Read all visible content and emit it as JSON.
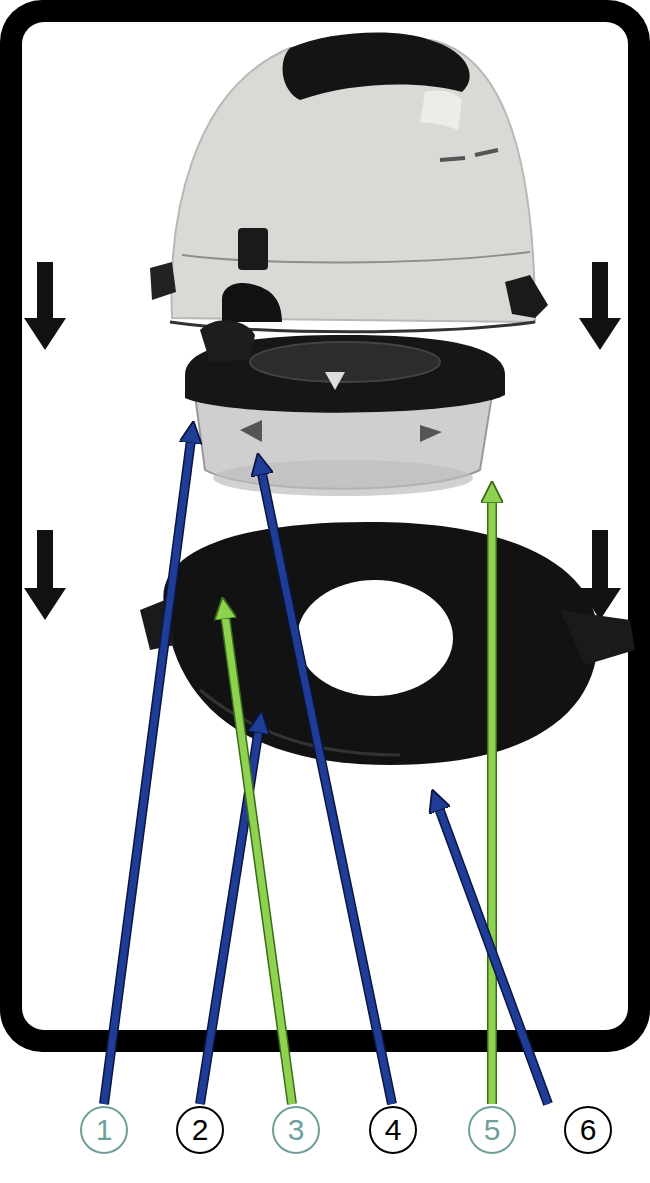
{
  "diagram": {
    "nodes": [
      {
        "text": [
          "1"
        ]
      },
      {
        "text": [
          "2"
        ]
      },
      {
        "text": [
          "3"
        ]
      },
      {
        "text": [
          "4"
        ]
      },
      {
        "text": [
          "5"
        ]
      },
      {
        "text": [
          "6"
        ]
      }
    ]
  }
}
